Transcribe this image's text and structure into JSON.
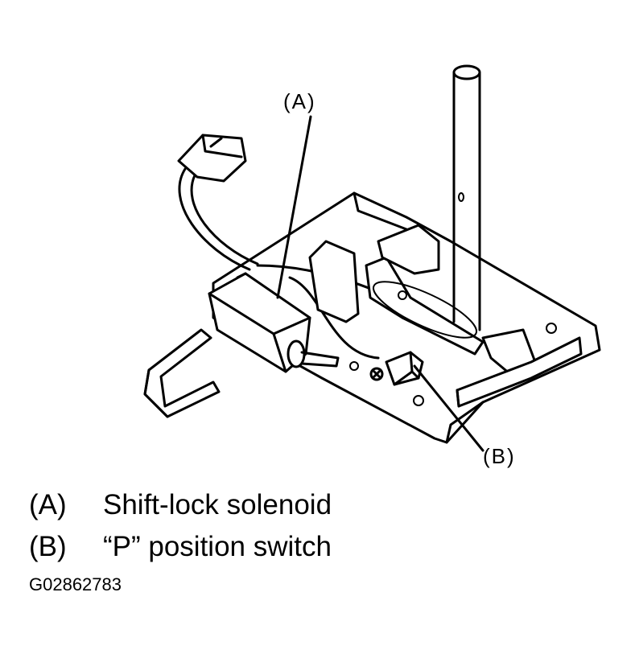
{
  "diagram": {
    "callouts": [
      {
        "id": "A",
        "label": "(A)"
      },
      {
        "id": "B",
        "label": "(B)"
      }
    ]
  },
  "legend": [
    {
      "key": "(A)",
      "text": "Shift-lock solenoid"
    },
    {
      "key": "(B)",
      "text": "“P” position switch"
    }
  ],
  "figure_code": "G02862783"
}
